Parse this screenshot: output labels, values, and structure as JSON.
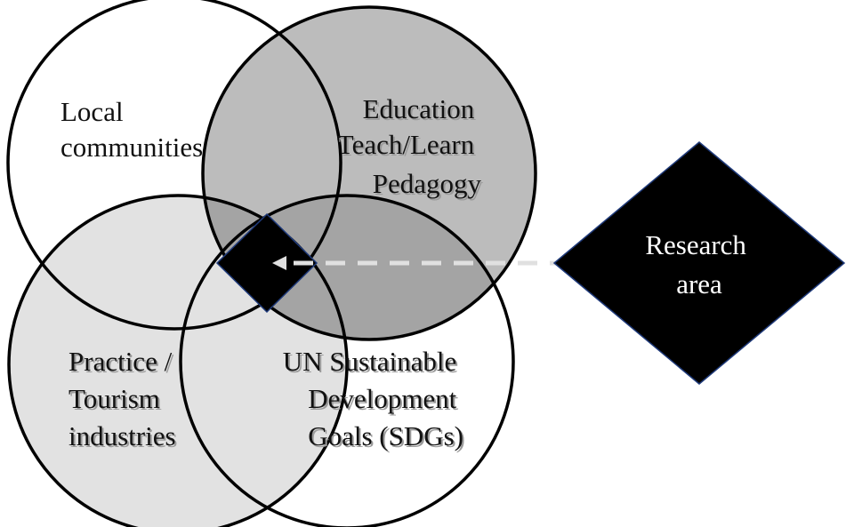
{
  "diagram": {
    "circles": {
      "local_communities": {
        "label_lines": [
          "Local",
          "communities"
        ]
      },
      "education": {
        "label_lines": [
          "Education",
          "Teach/Learn",
          "Pedagogy"
        ]
      },
      "practice": {
        "label_lines": [
          "Practice /",
          "Tourism",
          "industries"
        ]
      },
      "sdgs": {
        "label_lines": [
          "UN Sustainable",
          "Development",
          "Goals (SDGs)"
        ]
      }
    },
    "research_area": {
      "label_lines": [
        "Research",
        "area"
      ]
    },
    "colors": {
      "white_fill": "#ffffff",
      "dark_gray_fill": "#bcbcbc",
      "light_gray_fill": "#e2e2e2",
      "overlap_fill": "#a4a4a4",
      "diamond_fill": "#000000",
      "diamond_border": "#1f3a7a",
      "arrow_color": "#e0e0e0"
    }
  }
}
